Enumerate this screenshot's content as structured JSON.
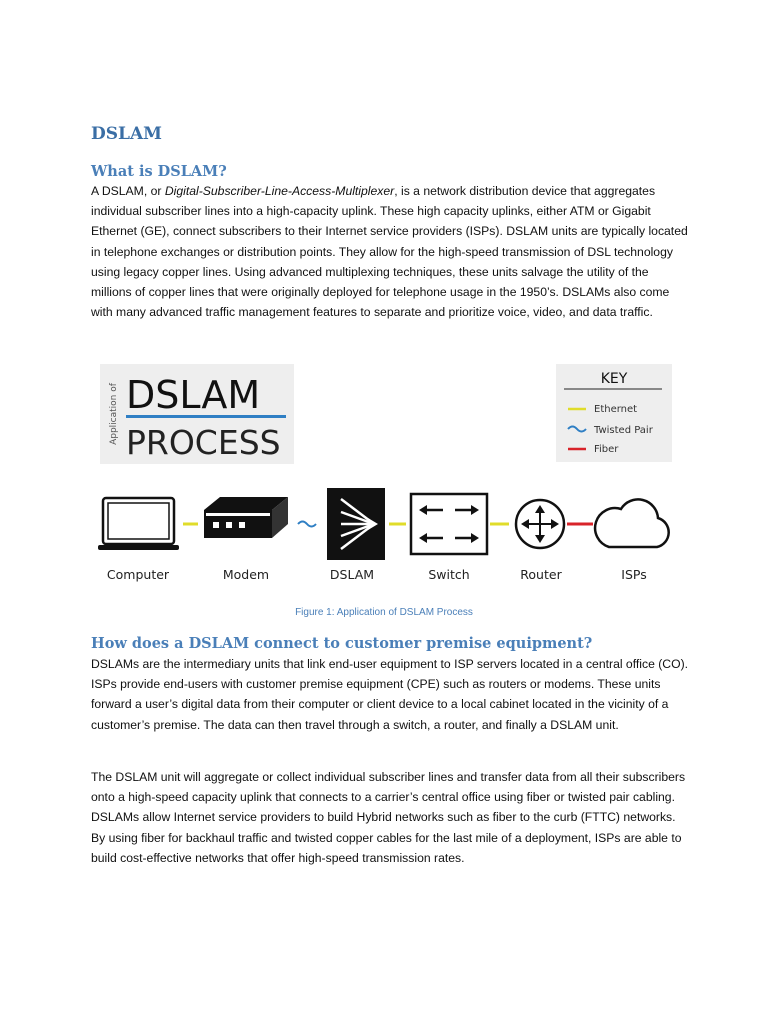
{
  "title": "DSLAM",
  "sections": {
    "what": {
      "heading": "What is DSLAM?",
      "intro_prefix": "A DSLAM, or ",
      "intro_italic": "Digital-Subscriber-Line-Access-Multiplexer",
      "intro_rest": ", is a network distribution device that aggregates individual subscriber lines into a high-capacity uplink. These high capacity uplinks, either ATM or Gigabit Ethernet (GE), connect subscribers to their Internet service providers (ISPs). DSLAM units are typically located in telephone exchanges or distribution points. They allow for the high-speed transmission of DSL technology using legacy copper lines. Using advanced multiplexing techniques, these units salvage the utility of the millions of copper lines that were originally deployed for telephone usage in the 1950’s. DSLAMs also come with many advanced traffic management features to separate and prioritize voice, video, and data traffic."
    },
    "how": {
      "heading": "How does a DSLAM connect to customer premise equipment?",
      "para1": "DSLAMs are the intermediary units that link end-user equipment to ISP servers located in a central office (CO). ISPs provide end-users with customer premise equipment (CPE) such as routers or modems. These units forward a user’s digital data from their computer or client device to a local cabinet located in the vicinity of a customer’s premise. The data can then travel through a switch, a router, and finally a DSLAM unit.",
      "para2": "The DSLAM unit will aggregate or collect individual subscriber lines and transfer data from all their subscribers onto a high-speed capacity uplink that connects to a carrier’s central office using fiber or twisted pair cabling. DSLAMs allow Internet service providers to build Hybrid networks such as fiber to the curb (FTTC) networks. By using fiber for backhaul traffic and twisted copper cables for the last mile of a deployment, ISPs are able to build cost-effective networks that offer high-speed transmission rates."
    }
  },
  "figure": {
    "logo_side_text": "Application of",
    "logo_word1": "DSLAM",
    "logo_word2": "PROCESS",
    "key_title": "KEY",
    "key_items": [
      {
        "label": "Ethernet",
        "color": "#e0dc2a"
      },
      {
        "label": "Twisted Pair",
        "color": "#2f7fc4"
      },
      {
        "label": "Fiber",
        "color": "#d8232a"
      }
    ],
    "devices": [
      "Computer",
      "Modem",
      "DSLAM",
      "Switch",
      "Router",
      "ISPs"
    ],
    "caption": "Figure 1: Application of DSLAM Process"
  },
  "colors": {
    "heading": "#4a7fb8",
    "logo_bar": "#2f7fc4",
    "ethernet": "#e0dc2a",
    "twisted_pair": "#2f7fc4",
    "fiber": "#d8232a"
  }
}
